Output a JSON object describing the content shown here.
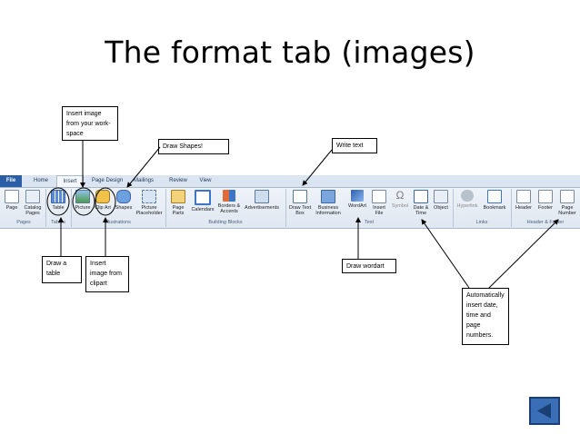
{
  "title": "The format tab (images)",
  "ribbon": {
    "tabs": [
      "File",
      "Home",
      "Insert",
      "Page Design",
      "Mailings",
      "Review",
      "View"
    ],
    "buttons": [
      {
        "label": "Page",
        "icon": "page-icon"
      },
      {
        "label": "Catalog Pages",
        "icon": "catalog-pages-icon"
      },
      {
        "label": "Table",
        "icon": "table-icon"
      },
      {
        "label": "Picture",
        "icon": "picture-icon"
      },
      {
        "label": "Clip Art",
        "icon": "clip-art-icon"
      },
      {
        "label": "Shapes",
        "icon": "shapes-icon"
      },
      {
        "label": "Picture Placeholder",
        "icon": "picture-placeholder-icon"
      },
      {
        "label": "Page Parts",
        "icon": "page-parts-icon"
      },
      {
        "label": "Calendars",
        "icon": "calendars-icon"
      },
      {
        "label": "Borders & Accents",
        "icon": "borders-accents-icon"
      },
      {
        "label": "Advertisements",
        "icon": "advertisements-icon"
      },
      {
        "label": "Draw Text Box",
        "icon": "text-box-icon"
      },
      {
        "label": "Business Information",
        "icon": "business-information-icon"
      },
      {
        "label": "WordArt",
        "icon": "wordart-icon"
      },
      {
        "label": "Insert File",
        "icon": "insert-file-icon"
      },
      {
        "label": "Symbol",
        "icon": "symbol-icon"
      },
      {
        "label": "Date & Time",
        "icon": "date-time-icon"
      },
      {
        "label": "Object",
        "icon": "object-icon"
      },
      {
        "label": "Hyperlink",
        "icon": "hyperlink-icon"
      },
      {
        "label": "Bookmark",
        "icon": "bookmark-icon"
      },
      {
        "label": "Header",
        "icon": "header-icon"
      },
      {
        "label": "Footer",
        "icon": "footer-icon"
      },
      {
        "label": "Page Number",
        "icon": "page-number-icon"
      }
    ],
    "groups": [
      "Pages",
      "Tables",
      "Illustrations",
      "Building Blocks",
      "Text",
      "Links",
      "Header & Footer"
    ]
  },
  "callouts": {
    "insert_image": "Insert image from your work-space",
    "draw_shapes": "Draw Shapes!",
    "write_text": "Write text",
    "draw_table": "Draw a table",
    "insert_clipart": "Insert image from clipart",
    "draw_wordart": "Draw wordart",
    "auto_insert": "Automatically insert date, time and page numbers."
  },
  "colors": {
    "ribbon_bg": "#dfe7f1",
    "file_tab": "#2a5fa8",
    "nav_button": "#3a6fb8"
  },
  "nav_button_icon": "back-arrow-icon"
}
